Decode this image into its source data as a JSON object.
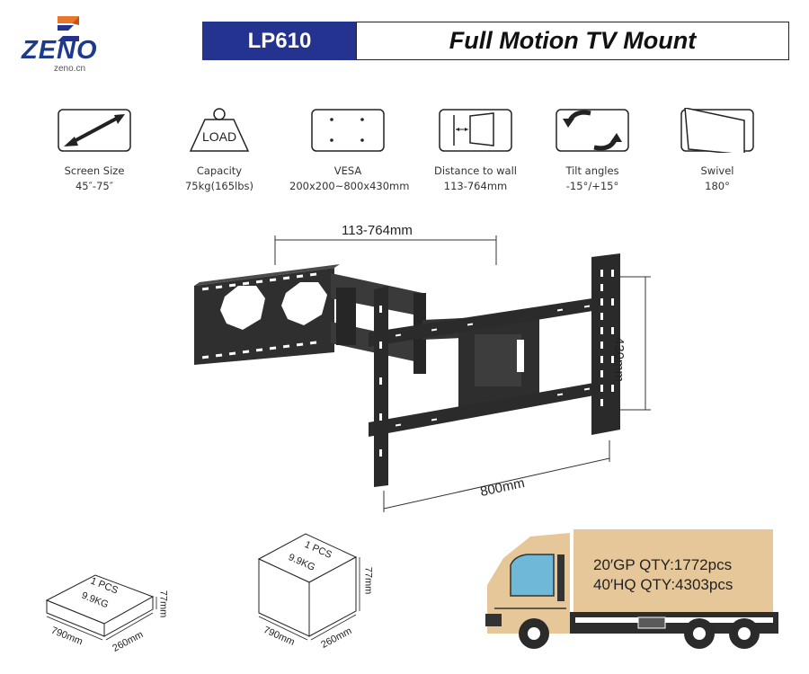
{
  "brand": {
    "name": "ZENO",
    "site": "zeno.cn"
  },
  "header": {
    "model": "LP610",
    "title": "Full Motion TV Mount"
  },
  "features": [
    {
      "icon": "diagonal-arrow-icon",
      "label": "Screen Size",
      "value": "45″-75″"
    },
    {
      "icon": "load-weight-icon",
      "label": "Capacity",
      "value": "75kg(165lbs)",
      "icon_text": "LOAD"
    },
    {
      "icon": "vesa-pattern-icon",
      "label": "VESA",
      "value": "200x200~800x430mm"
    },
    {
      "icon": "wall-distance-icon",
      "label": "Distance to wall",
      "value": "113-764mm"
    },
    {
      "icon": "tilt-arrows-icon",
      "label": "Tilt angles",
      "value": "-15°/+15°"
    },
    {
      "icon": "swivel-icon",
      "label": "Swivel",
      "value": "180°"
    }
  ],
  "product": {
    "dim_extension": "113-764mm",
    "dim_height": "430mm",
    "dim_width": "800mm",
    "color": "#2b2b2b"
  },
  "boxes": {
    "inner": {
      "qty": "1 PCS",
      "weight": "9.9KG",
      "length": "790mm",
      "width": "260mm",
      "height": "77mm"
    },
    "outer": {
      "qty": "1 PCS",
      "weight": "9.9KG",
      "length": "790mm",
      "width": "260mm",
      "height": "77mm"
    }
  },
  "shipping": {
    "gp20": "20′GP QTY:1772pcs",
    "hq40": "40′HQ QTY:4303pcs",
    "container_color": "#e6c79a"
  },
  "colors": {
    "brand_blue": "#23338f",
    "logo_orange": "#e8762b"
  }
}
